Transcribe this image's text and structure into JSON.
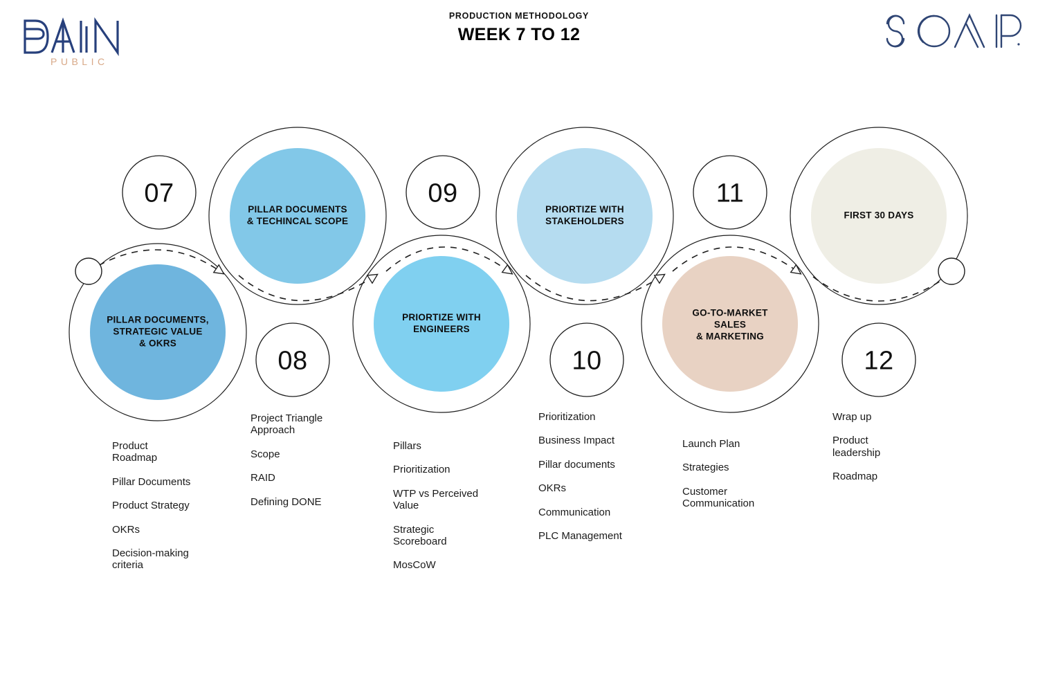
{
  "header": {
    "kicker": "PRODUCTION METHODOLOGY",
    "title": "WEEK 7 TO 12",
    "brand_left": "BAIN PUBLIC",
    "brand_left_word1": "BAIN",
    "brand_left_word2": "PUBLIC",
    "brand_right": "SOAP"
  },
  "colors": {
    "node_07": "#6FB5DE",
    "node_08": "#82C8E8",
    "node_09": "#80D0F0",
    "node_10": "#B5DCF0",
    "node_11": "#E8D2C3",
    "node_12": "#EFEEE5",
    "stroke": "#1d1d1d",
    "brand_navy": "#27407C",
    "brand_tan": "#D8A887"
  },
  "steps": [
    {
      "number": "07",
      "title": "PILLAR DOCUMENTS,\nSTRATEGIC VALUE\n& OKRS",
      "row": "bottom",
      "bullets": [
        "Product\nRoadmap",
        "Pillar Documents",
        "Product Strategy",
        "OKRs",
        "Decision-making\ncriteria"
      ]
    },
    {
      "number": "08",
      "title": "PILLAR DOCUMENTS\n& TECHINCAL SCOPE",
      "row": "top",
      "bullets": [
        "Project Triangle\nApproach",
        "Scope",
        "RAID",
        "Defining DONE"
      ]
    },
    {
      "number": "09",
      "title": "PRIORTIZE WITH\nENGINEERS",
      "row": "bottom",
      "bullets": [
        "Pillars",
        "Prioritization",
        "WTP vs Perceived\nValue",
        "Strategic\nScoreboard",
        "MosCoW"
      ]
    },
    {
      "number": "10",
      "title": "PRIORTIZE WITH\nSTAKEHOLDERS",
      "row": "top",
      "bullets": [
        "Prioritization",
        "Business Impact",
        "Pillar documents",
        "OKRs",
        "Communication",
        "PLC Management"
      ]
    },
    {
      "number": "11",
      "title": "GO-TO-MARKET\nSALES\n& MARKETING",
      "row": "bottom",
      "bullets": [
        "Launch Plan",
        "Strategies",
        "Customer\nCommunication"
      ]
    },
    {
      "number": "12",
      "title": "FIRST 30 DAYS",
      "row": "top",
      "bullets": [
        "Wrap up",
        "Product\nleadership",
        "Roadmap"
      ]
    }
  ]
}
